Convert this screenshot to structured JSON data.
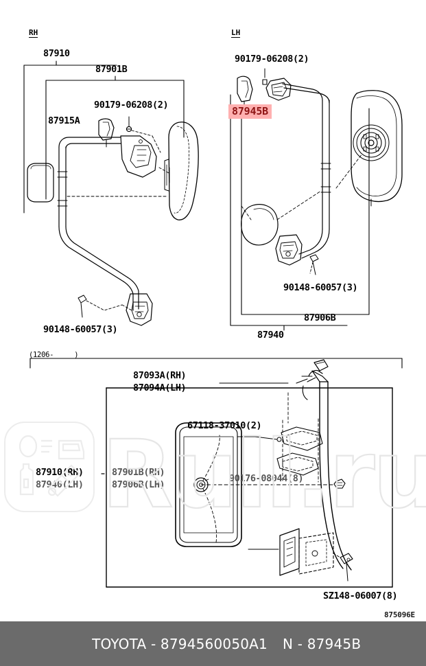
{
  "page": {
    "diagram_code": "875096E",
    "highlight_color": "#ffb0b0",
    "highlight_text_color": "#8e1515",
    "footer_bg": "#6b6b6b"
  },
  "top_section": {
    "rh_panel": {
      "side_label": "RH",
      "labels": {
        "assembly": "87910",
        "arm": "87901B",
        "cover": "87915A",
        "screw": "90179-06208(2)",
        "bolt": "90148-60057(3)"
      }
    },
    "lh_panel": {
      "side_label": "LH",
      "labels": {
        "screw": "90179-06208(2)",
        "cover_highlighted": "87945B",
        "bolt": "90148-60057(3)",
        "arm": "87906B",
        "assembly": "87940"
      }
    }
  },
  "bottom_section": {
    "date_range": "(1206-     )",
    "labels": {
      "bracket_rh": "87093A(RH)",
      "bracket_lh": "87094A(LH)",
      "clip": "67118-37010(2)",
      "assembly_rh": "87910(RH)",
      "assembly_lh": "87940(LH)",
      "arm_rh": "87901B(RH)",
      "arm_lh": "87906B(LH)",
      "nut": "90176-08044(8)",
      "screw": "SZ148-06007(8)"
    }
  },
  "watermark": {
    "text": "Rull.ru",
    "badge_icons": [
      "headlight-icon",
      "door-icon",
      "oil-bottle-icon",
      "shock-absorber-icon"
    ]
  },
  "footer": {
    "brand": "TOYOTA",
    "separator": "-",
    "part_number": "8794560050A1",
    "marker": "N",
    "marker_separator": "-",
    "highlighted_part": "87945B"
  }
}
